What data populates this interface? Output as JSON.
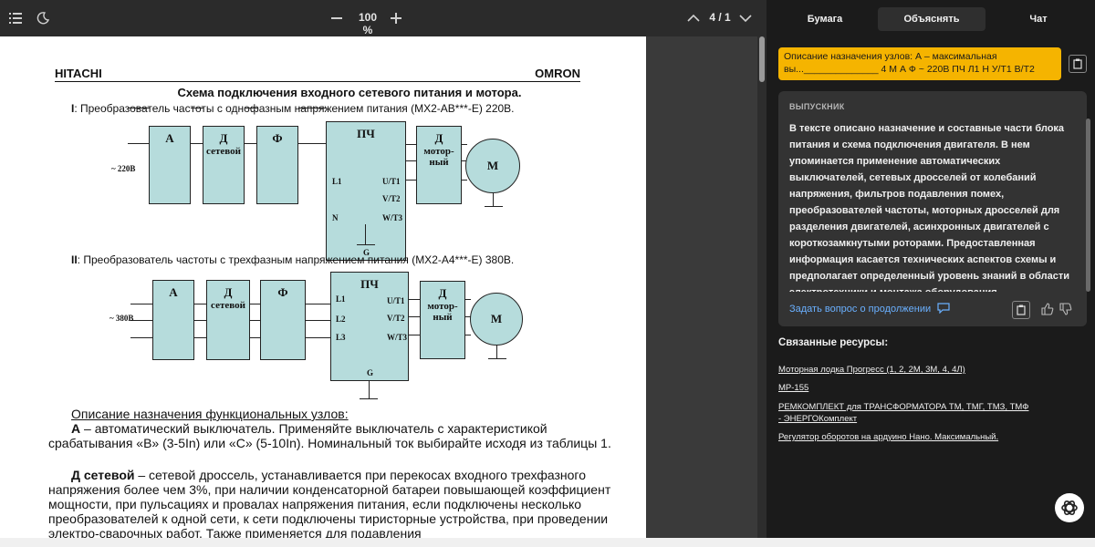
{
  "toolbar": {
    "zoom": "100 %",
    "page_indicator": "4 / 1"
  },
  "document": {
    "header_left": "HITACHI",
    "header_right": "OMRON",
    "title": "Схема подключения входного сетевого питания и мотора.",
    "section1_num": "I",
    "section1_text": ": Преобразователь частоты с однофазным напряжением питания (MX2-AB***-E) 220В.",
    "section2_num": "II",
    "section2_text": ": Преобразователь частоты с трехфазным напряжением питания (MX2-A4***-E) 380В.",
    "diagram1": {
      "supply": "~ 220В",
      "block_a": "А",
      "block_d_title": "Д",
      "block_d_sub": "сетевой",
      "block_f": "Ф",
      "block_pch": "ПЧ",
      "inputs": [
        "L1",
        "N"
      ],
      "outputs": [
        "U/T1",
        "V/T2",
        "W/T3"
      ],
      "ground": "G",
      "block_dm_title": "Д",
      "block_dm_sub1": "мотор-",
      "block_dm_sub2": "ный",
      "motor": "М"
    },
    "diagram2": {
      "supply": "~ 380В",
      "block_a": "А",
      "block_d_title": "Д",
      "block_d_sub": "сетевой",
      "block_f": "Ф",
      "block_pch": "ПЧ",
      "inputs": [
        "L1",
        "L2",
        "L3"
      ],
      "outputs": [
        "U/T1",
        "V/T2",
        "W/T3"
      ],
      "ground": "G",
      "block_dm_title": "Д",
      "block_dm_sub1": "мотор-",
      "block_dm_sub2": "ный",
      "motor": "М"
    },
    "desc_heading": "Описание назначения функциональных узлов:",
    "para1_term": "А",
    "para1_text": " – автоматический выключатель. Применяйте выключатель с характеристикой срабатывания «В» (3-5In) или «С» (5-10In). Номинальный ток выбирайте исходя из таблицы 1.",
    "para2_term": "Д  сетевой",
    "para2_text": " – сетевой дроссель, устанавливается при перекосах входного трехфазного напряжения более чем 3%, при наличии конденсаторной батареи повышающей коэффициент мощности, при пульсациях и провалах напряжения питания, если подключены несколько преобразователей к одной сети, к сети подключены тиристорные устройства, при проведении электро-сварочных работ. Также применяется для подавления"
  },
  "panel": {
    "tabs": [
      "Бумага",
      "Объяснять",
      "Чат"
    ],
    "active_tab": 1,
    "quote_line1": "Описание назначения узлов: А – максимальная",
    "quote_line2": "вы...______________ 4 М А Ф ~ 220В ПЧ Л1 Н У/Т1 В/Т2",
    "card_label": "ВЫПУСКНИК",
    "card_text": "В тексте описано назначение и составные части блока питания и схема подключения двигателя. В нем упоминается применение автоматических выключателей, сетевых дросселей от колебаний напряжения, фильтров подавления помех, преобразователей частоты, моторных дросселей для разделения двигателей, асинхронных двигателей с короткозамкнутыми роторами. Предоставленная информация касается технических аспектов схемы и предполагает определенный уровень знаний в области электротехники и монтажа оборудования.",
    "follow_up": "Задать вопрос о продолжении",
    "resources_title": "Связанные ресурсы:",
    "resources": [
      "Моторная лодка Прогресс (1, 2, 2М, 3М, 4, 4Л)",
      "МР-155",
      "РЕМКОМПЛЕКТ для ТРАНСФОРМАТОРА ТМ, ТМГ, ТМЗ, ТМФ - ЭНЕРГОКомплект",
      "Регулятор оборотов на ардуино Нано. Максимальный."
    ]
  },
  "colors": {
    "accent_quote": "#f5b400",
    "link": "#6ab0ff",
    "block_fill": "#b6dcdc"
  }
}
